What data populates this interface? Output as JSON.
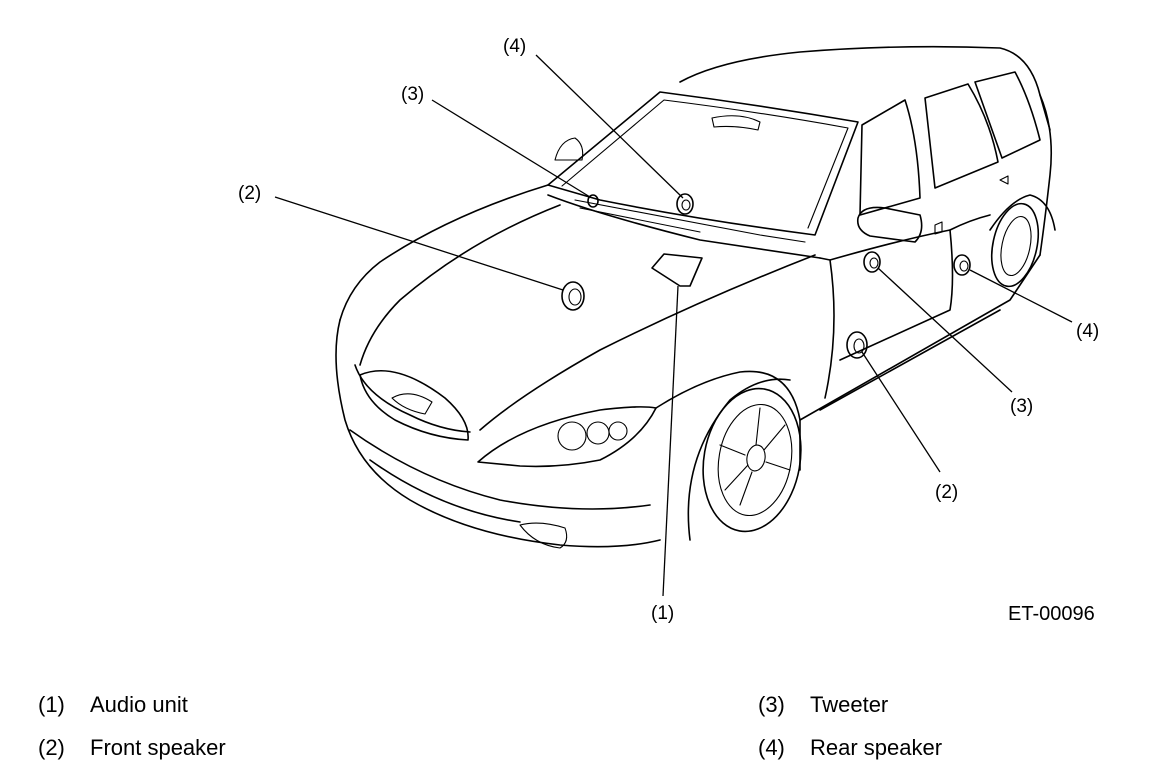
{
  "figure_code": "ET-00096",
  "callouts": {
    "c1": "(1)",
    "c2_left": "(2)",
    "c2_right": "(2)",
    "c3_left": "(3)",
    "c3_right": "(3)",
    "c4_top": "(4)",
    "c4_right": "(4)"
  },
  "legend": [
    {
      "num": "(1)",
      "label": "Audio unit"
    },
    {
      "num": "(2)",
      "label": "Front speaker"
    },
    {
      "num": "(3)",
      "label": "Tweeter"
    },
    {
      "num": "(4)",
      "label": "Rear speaker"
    }
  ]
}
